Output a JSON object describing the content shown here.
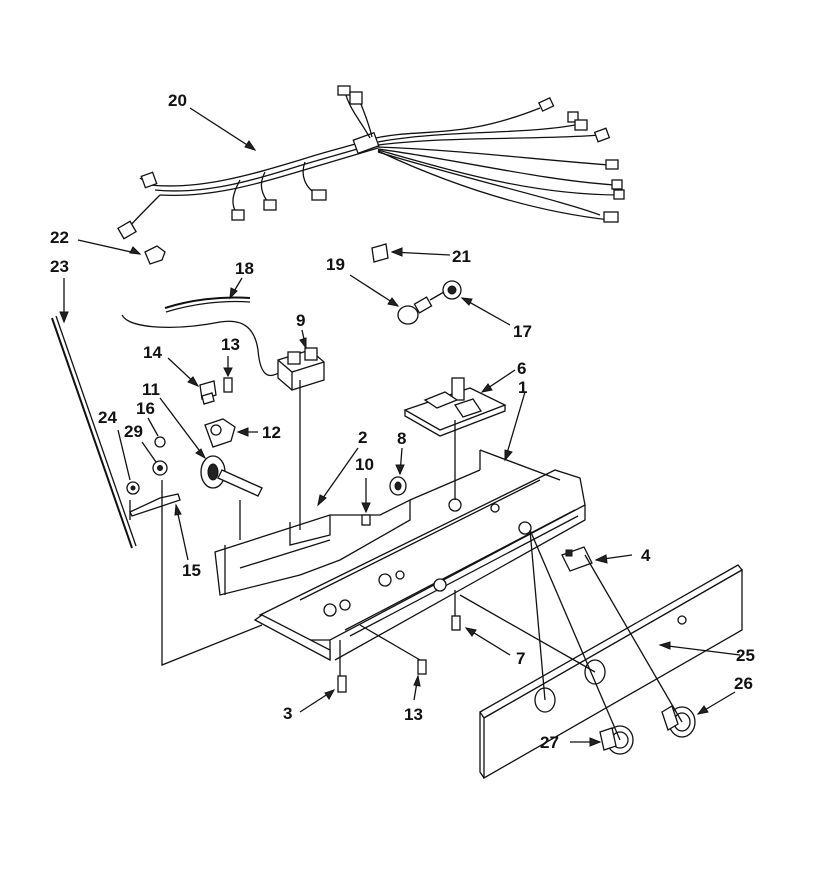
{
  "diagram": {
    "labels": [
      {
        "id": "20",
        "text": "20"
      },
      {
        "id": "22",
        "text": "22"
      },
      {
        "id": "23",
        "text": "23"
      },
      {
        "id": "18",
        "text": "18"
      },
      {
        "id": "19",
        "text": "19"
      },
      {
        "id": "21",
        "text": "21"
      },
      {
        "id": "17",
        "text": "17"
      },
      {
        "id": "9",
        "text": "9"
      },
      {
        "id": "14",
        "text": "14"
      },
      {
        "id": "13a",
        "text": "13"
      },
      {
        "id": "11",
        "text": "11"
      },
      {
        "id": "16",
        "text": "16"
      },
      {
        "id": "12",
        "text": "12"
      },
      {
        "id": "24",
        "text": "24"
      },
      {
        "id": "29",
        "text": "29"
      },
      {
        "id": "6",
        "text": "6"
      },
      {
        "id": "1",
        "text": "1"
      },
      {
        "id": "2",
        "text": "2"
      },
      {
        "id": "8",
        "text": "8"
      },
      {
        "id": "10",
        "text": "10"
      },
      {
        "id": "15",
        "text": "15"
      },
      {
        "id": "4",
        "text": "4"
      },
      {
        "id": "7",
        "text": "7"
      },
      {
        "id": "25",
        "text": "25"
      },
      {
        "id": "26",
        "text": "26"
      },
      {
        "id": "3",
        "text": "3"
      },
      {
        "id": "13b",
        "text": "13"
      },
      {
        "id": "27",
        "text": "27"
      }
    ]
  }
}
